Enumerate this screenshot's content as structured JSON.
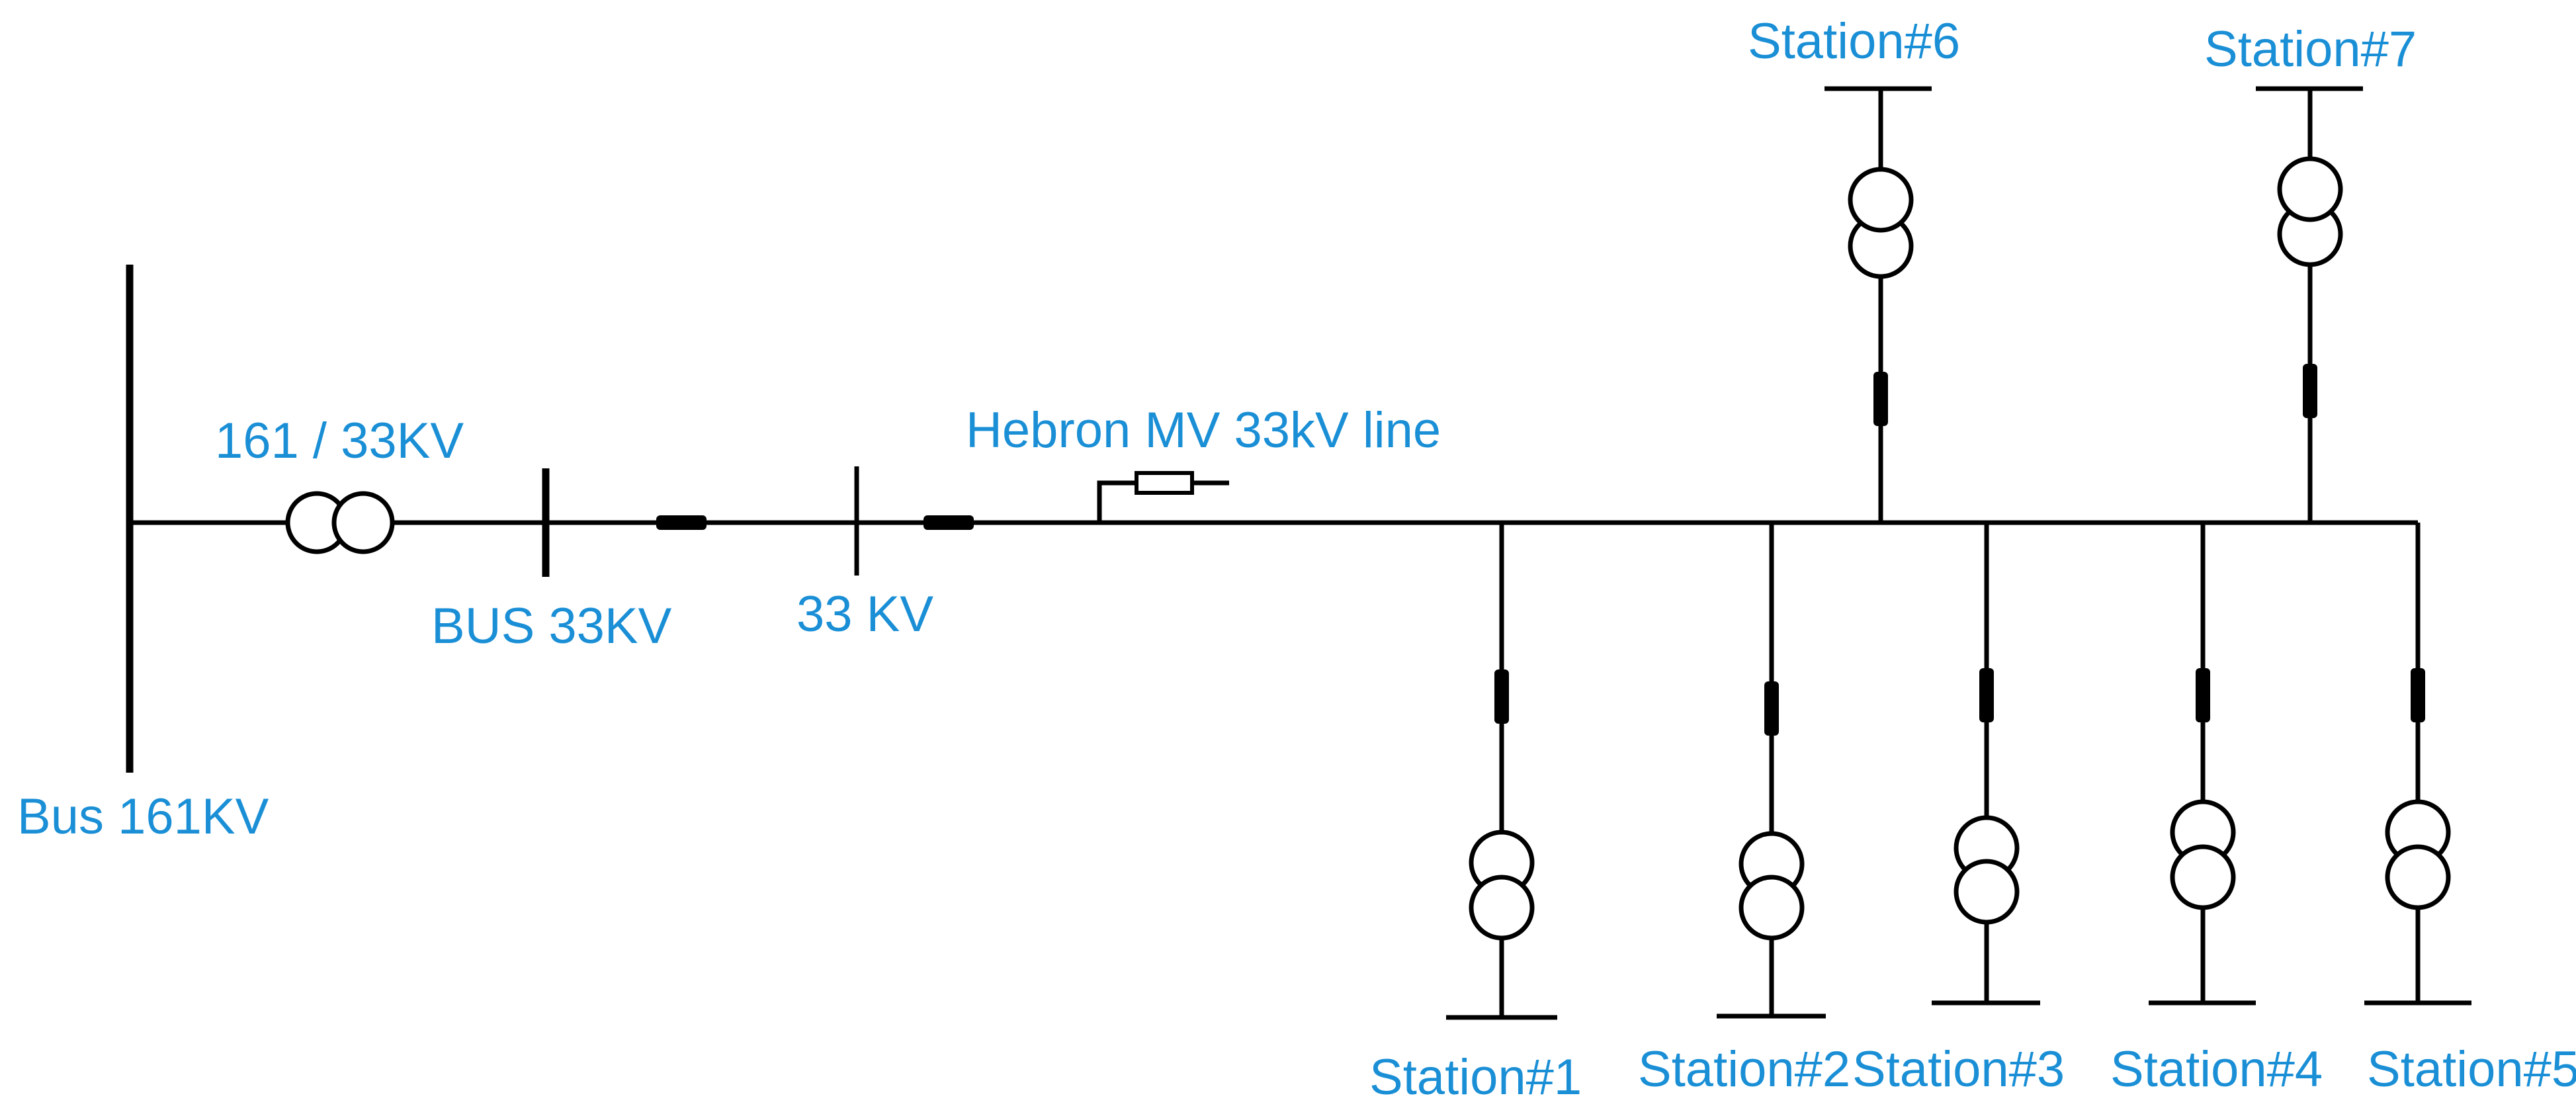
{
  "labels": {
    "bus_161": "Bus 161KV",
    "transformer_main": "161 / 33KV",
    "bus_33": "BUS 33KV",
    "node_33": "33 KV",
    "line": "Hebron MV 33kV line",
    "station_1": "Station#1",
    "station_2": "Station#2",
    "station_3": "Station#3",
    "station_4": "Station#4",
    "station_5": "Station#5",
    "station_6": "Station#6",
    "station_7": "Station#7"
  },
  "colors": {
    "label": "#1a8fd6",
    "line": "#000000"
  }
}
